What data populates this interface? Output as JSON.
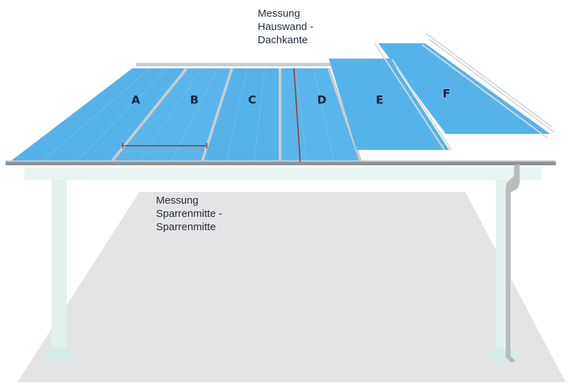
{
  "labels": {
    "top": [
      "Messung",
      "Hauswand -",
      "Dachkante"
    ],
    "middle": [
      "Messung",
      "Sparrenmitte -",
      "Sparrenmitte"
    ]
  },
  "panels": [
    "A",
    "B",
    "C",
    "D",
    "E",
    "F"
  ],
  "colors": {
    "panel": "#56b3ea",
    "panel_light": "#7cc6f0",
    "rafter": "#c9cdd0",
    "gutter": "#8e9296",
    "frame": "#e2f1ee",
    "ground": "#e4e4e6",
    "measure_line": "#a23030",
    "downpipe": "#b9bcbf"
  }
}
